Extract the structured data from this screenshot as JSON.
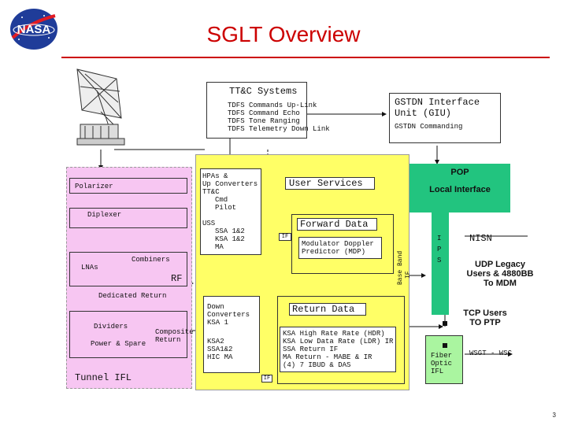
{
  "title": "SGLT Overview",
  "page_number": "3",
  "colors": {
    "title": "#cc0000",
    "yellow": "#ffff66",
    "pink": "#f7c6f2",
    "green": "#22c47f"
  },
  "ttac": {
    "heading": "TT&C Systems",
    "items": [
      "TDFS Commands Up-Link",
      "TDFS Command Echo",
      "TDFS Tone Ranging",
      "TDFS Telemetry Down Link"
    ]
  },
  "gstdn": {
    "heading_line1": "GSTDN Interface",
    "heading_line2": "Unit (GIU)",
    "sub": "GSTDN Commanding"
  },
  "left": {
    "polarizer": "Polarizer",
    "diplexer": "Diplexer",
    "combiners": "Combiners",
    "lnas": "LNAs",
    "rf": "RF",
    "dedicated": "Dedicated Return",
    "dividers": "Dividers",
    "composite_line1": "Composite",
    "composite_line2": "Return",
    "power_spare": "Power & Spare",
    "tunnel": "Tunnel IFL"
  },
  "hpa": {
    "lines": [
      "HPAs &",
      "Up Converters",
      "TT&C",
      "Cmd",
      "Pilot",
      "",
      "USS",
      "SSA 1&2",
      "KSA 1&2",
      "MA"
    ]
  },
  "user_services": "User Services",
  "forward": {
    "heading": "Forward Data",
    "sub_line1": "Modulator Doppler",
    "sub_line2": "Predictor (MDP)"
  },
  "if_label": "IF",
  "base_band_line1": "Base Band",
  "base_band_line2": "IF",
  "down": {
    "lines": [
      "Down",
      "Converters",
      "KSA 1",
      "",
      "KSA2",
      "SSA1&2",
      "HIC MA"
    ]
  },
  "if2_label": "IF",
  "return": {
    "heading": "Return Data",
    "lines": [
      "KSA High Rate Rate (HDR)",
      "KSA Low Data Rate (LDR) IR",
      "SSA Return IF",
      "MA Return - MABE & IR",
      "(4) 7 IBUD & DAS"
    ]
  },
  "pop": {
    "title": "POP",
    "sub": "Local Interface"
  },
  "nisn": "NISN",
  "ips": [
    "I",
    "P",
    "S"
  ],
  "udp": {
    "line1": "UDP Legacy",
    "line2": "Users & 4880BB",
    "line3": "To MDM"
  },
  "tcp": {
    "line1": "TCP Users",
    "line2": "TO PTP"
  },
  "fiber": {
    "line1": "Fiber",
    "line2": "Optic",
    "line3": "IFL"
  },
  "wsgt": "WSGT - WSC"
}
